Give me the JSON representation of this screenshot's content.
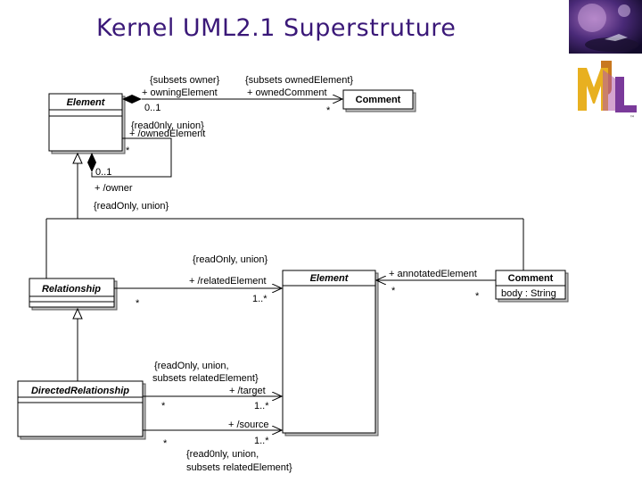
{
  "title": "Kernel UML2.1 Superstruture",
  "logo": {
    "letters": "UML",
    "tm": "™"
  },
  "classes": {
    "element_top": "Element",
    "comment_top": "Comment",
    "relationship": "Relationship",
    "element_mid": "Element",
    "comment_mid": "Comment",
    "comment_mid_attr": "body : String",
    "directed_relationship": "DirectedRelationship"
  },
  "labels": {
    "subsets_owner": "{subsets owner}",
    "subsets_owned_element": "{subsets ownedElement}",
    "owning_element": "+ owningElement",
    "owned_comment": "+ ownedComment",
    "mult_0_1_top": "0..1",
    "mult_star_comment": "*",
    "read_only_union_top": "{read0nly, union}",
    "owned_element": "+ /ownedElement",
    "mult_star_self": "*",
    "mult_0_1_self": "0..1",
    "owner": "+ /owner",
    "read_only_union_owner": "{readOnly, union}",
    "read_only_union_related": "{readOnly, union}",
    "related_element": "+ /relatedElement",
    "mult_star_rel": "*",
    "mult_1_star_rel": "1..*",
    "annotated_element": "+ annotatedElement",
    "mult_star_annot_left": "*",
    "mult_star_annot_right": "*",
    "target_constraint_1": "{readOnly, union,",
    "target_constraint_2": "subsets relatedElement}",
    "target": "+ /target",
    "mult_star_target": "*",
    "mult_1_star_target": "1..*",
    "source": "+ /source",
    "mult_1_star_source": "1..*",
    "mult_star_source": "*",
    "source_constraint_1": "{read0nly, union,",
    "source_constraint_2": "subsets relatedElement}"
  }
}
